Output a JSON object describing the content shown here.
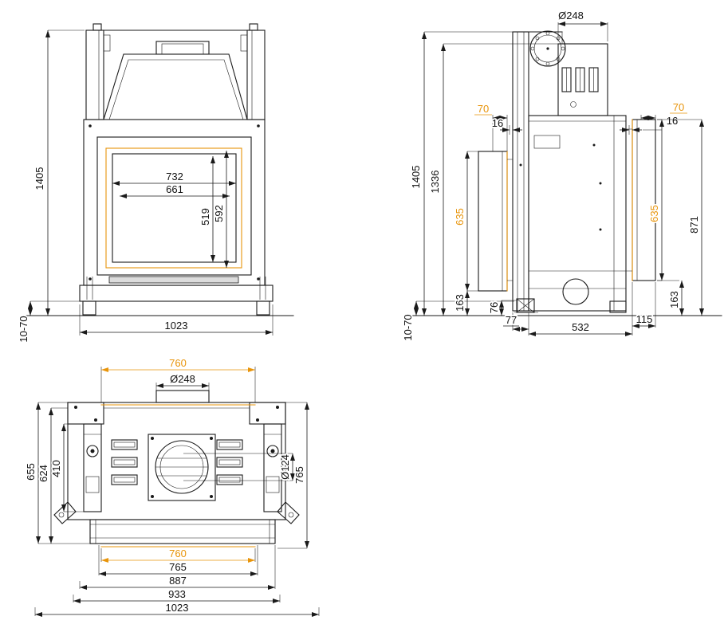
{
  "colors": {
    "line": "#1a1a1a",
    "accent": "#e8940a",
    "background": "#ffffff"
  },
  "front": {
    "dims": {
      "glass_width": "732",
      "opening_width": "661",
      "glass_height": "519",
      "opening_height": "592",
      "overall_height": "1405",
      "base_width": "1023",
      "foot_adjust": "10-70"
    }
  },
  "side": {
    "dims": {
      "flue_diameter": "Ø248",
      "overall_height": "1405",
      "body_height": "1336",
      "gap_top_left": "70",
      "gap_top_right": "70",
      "offset_left": "16",
      "offset_right": "16",
      "panel_height_left": "635",
      "panel_height_right": "635",
      "panel_height_total": "871",
      "bottom_left": "163",
      "bottom_right": "163",
      "foot_height": "76",
      "front_depth": "77",
      "body_depth": "532",
      "panel_depth": "115",
      "foot_adjust": "10-70"
    }
  },
  "top": {
    "dims": {
      "width_back": "760",
      "flue_diameter": "Ø248",
      "depth_overall": "655",
      "depth_inner": "624",
      "depth_frame": "410",
      "flue_inner_diameter": "Ø124",
      "depth_right": "765",
      "width_front": "760",
      "width_765": "765",
      "width_887": "887",
      "width_933": "933",
      "width_overall": "1023"
    }
  }
}
